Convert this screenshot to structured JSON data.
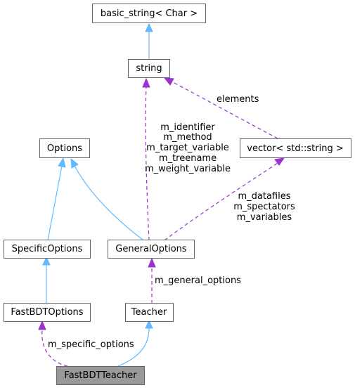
{
  "nodes": {
    "basic_string": "basic_string< Char >",
    "string": "string",
    "options": "Options",
    "vector": "vector< std::string >",
    "specific_options": "SpecificOptions",
    "general_options": "GeneralOptions",
    "fastbdt_options": "FastBDTOptions",
    "teacher": "Teacher",
    "fastbdt_teacher": "FastBDTTeacher"
  },
  "edge_labels": {
    "elements": "elements",
    "string_members": [
      "m_identifier",
      "m_method",
      "m_target_variable",
      "m_treename",
      "m_weight_variable"
    ],
    "vector_members": [
      "m_datafiles",
      "m_spectators",
      "m_variables"
    ],
    "general_options_member": "m_general_options",
    "specific_options_member": "m_specific_options"
  },
  "colors": {
    "inheritance_edge": "#63b8ff",
    "usage_edge": "#9a32cd",
    "focus_node_fill": "#999999",
    "node_border": "#666666"
  }
}
